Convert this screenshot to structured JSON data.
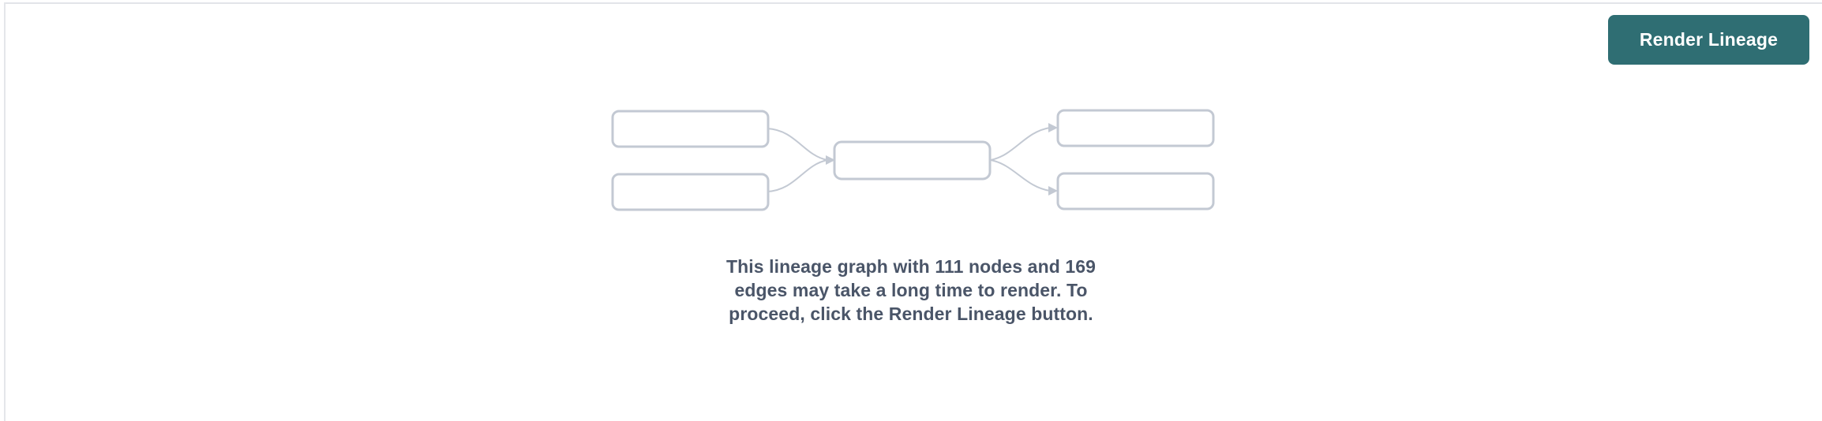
{
  "panel": {
    "background_color": "#ffffff",
    "border_color": "#e2e4e9"
  },
  "toolbar": {
    "render_button_label": "Render Lineage",
    "render_button_color": "#2f6e73",
    "render_button_text_color": "#ffffff"
  },
  "graph_placeholder": {
    "node_border_color": "#c3c9d3",
    "edge_color": "#c3c9d3",
    "nodes": [
      {
        "id": "left-node-1",
        "column": "left",
        "label": ""
      },
      {
        "id": "left-node-2",
        "column": "left",
        "label": ""
      },
      {
        "id": "center-node",
        "column": "center",
        "label": ""
      },
      {
        "id": "right-node-1",
        "column": "right",
        "label": ""
      },
      {
        "id": "right-node-2",
        "column": "right",
        "label": ""
      }
    ],
    "edges": [
      {
        "from": "left-node-1",
        "to": "center-node"
      },
      {
        "from": "left-node-2",
        "to": "center-node"
      },
      {
        "from": "center-node",
        "to": "right-node-1"
      },
      {
        "from": "center-node",
        "to": "right-node-2"
      }
    ]
  },
  "message": {
    "node_count": "111",
    "edge_count": "169",
    "text": "This lineage graph with 111 nodes and 169 edges may take a long time to render. To proceed, click the Render Lineage button.",
    "text_color": "#4a5568"
  }
}
